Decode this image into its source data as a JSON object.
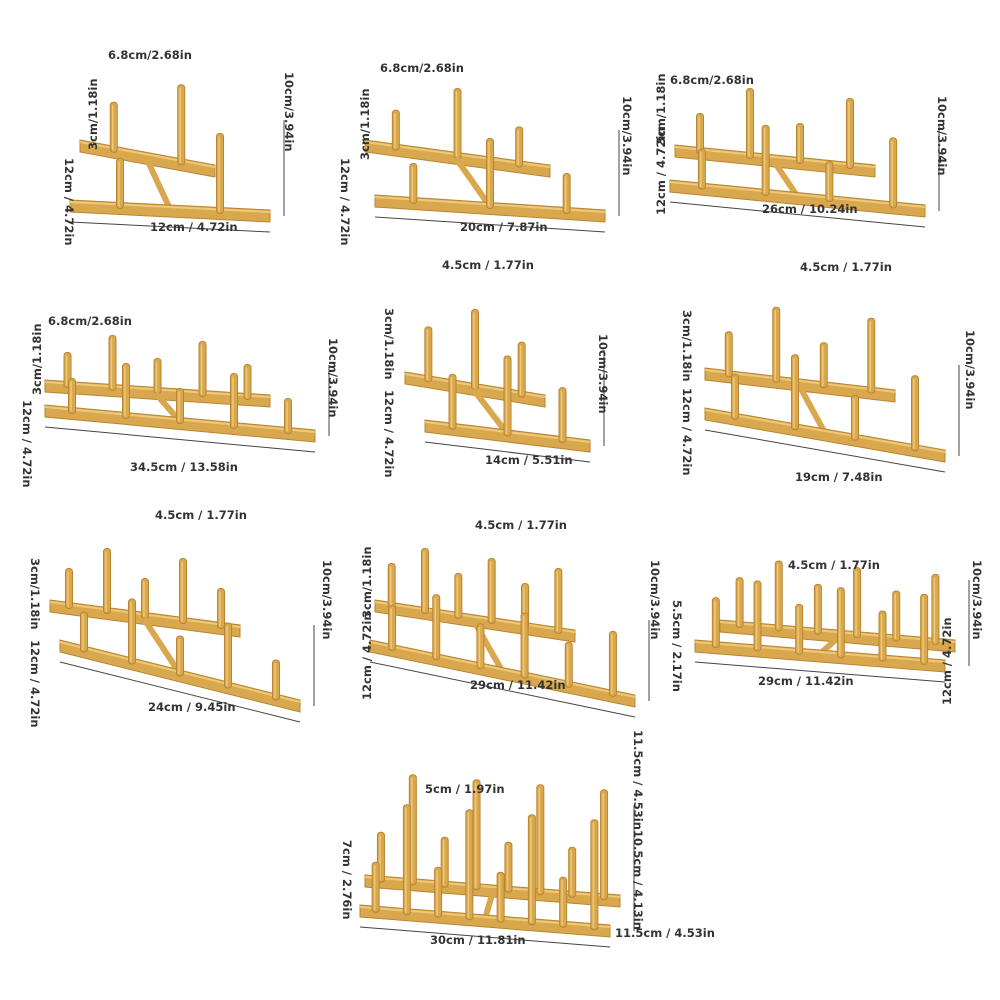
{
  "colors": {
    "wood": "#d9a84e",
    "wood_dark": "#b98533",
    "wood_light": "#edc979",
    "line": "#444444"
  },
  "racks": [
    {
      "name": "rack-1",
      "pegs_per_row": 2,
      "labels": {
        "spacing": "6.8cm/2.68in",
        "short": "3cm/1.18in",
        "tall": "10cm/3.94in",
        "depth": "12cm / 4.72in",
        "length": "12cm / 4.72in"
      }
    },
    {
      "name": "rack-2",
      "pegs_per_row": 3,
      "labels": {
        "spacing": "6.8cm/2.68in",
        "short": "3cm/1.18in",
        "tall": "10cm/3.94in",
        "depth": "12cm / 4.72in",
        "length": "20cm / 7.87in"
      }
    },
    {
      "name": "rack-3",
      "pegs_per_row": 4,
      "labels": {
        "spacing": "6.8cm/2.68in",
        "short": "3cm/1.18in",
        "tall": "10cm/3.94in",
        "depth": "12cm / 4.72in",
        "length": "26cm / 10.24in"
      }
    },
    {
      "name": "rack-4",
      "pegs_per_row": 5,
      "labels": {
        "spacing": "6.8cm/2.68in",
        "short": "3cm/1.18in",
        "tall": "10cm/3.94in",
        "depth": "12cm / 4.72in",
        "length": "34.5cm / 13.58in"
      }
    },
    {
      "name": "rack-5",
      "pegs_per_row": 3,
      "labels": {
        "spacing": "4.5cm / 1.77in",
        "short": "3cm/1.18in",
        "tall": "10cm/3.94in",
        "depth": "12cm / 4.72in",
        "length": "14cm / 5.51in"
      }
    },
    {
      "name": "rack-6",
      "pegs_per_row": 4,
      "labels": {
        "spacing": "4.5cm / 1.77in",
        "short": "3cm/1.18in",
        "tall": "10cm/3.94in",
        "depth": "12cm / 4.72in",
        "length": "19cm / 7.48in"
      }
    },
    {
      "name": "rack-7",
      "pegs_per_row": 5,
      "labels": {
        "spacing": "4.5cm / 1.77in",
        "short": "3cm/1.18in",
        "tall": "10cm/3.94in",
        "depth": "12cm / 4.72in",
        "length": "24cm / 9.45in"
      }
    },
    {
      "name": "rack-8",
      "pegs_per_row": 6,
      "labels": {
        "spacing": "4.5cm / 1.77in",
        "short": "3cm/1.18in",
        "tall": "10cm/3.94in",
        "depth": "12cm / 4.72in",
        "length": "29cm / 11.42in"
      }
    },
    {
      "name": "rack-9",
      "pegs_per_row": 6,
      "labels": {
        "spacing": "4.5cm / 1.77in",
        "short": "5.5cm / 2.17in",
        "tall": "10cm/3.94in",
        "depth": "12cm / 4.72in",
        "length": "29cm / 11.42in"
      }
    },
    {
      "name": "rack-10",
      "pegs_per_row": 8,
      "labels": {
        "spacing": "5cm / 1.97in",
        "short": "7cm / 2.76in",
        "tall": "11.5cm / 4.53in",
        "tall2": "10.5cm / 4.13in",
        "depth": "11.5cm / 4.53in",
        "length": "30cm / 11.81in"
      }
    }
  ]
}
